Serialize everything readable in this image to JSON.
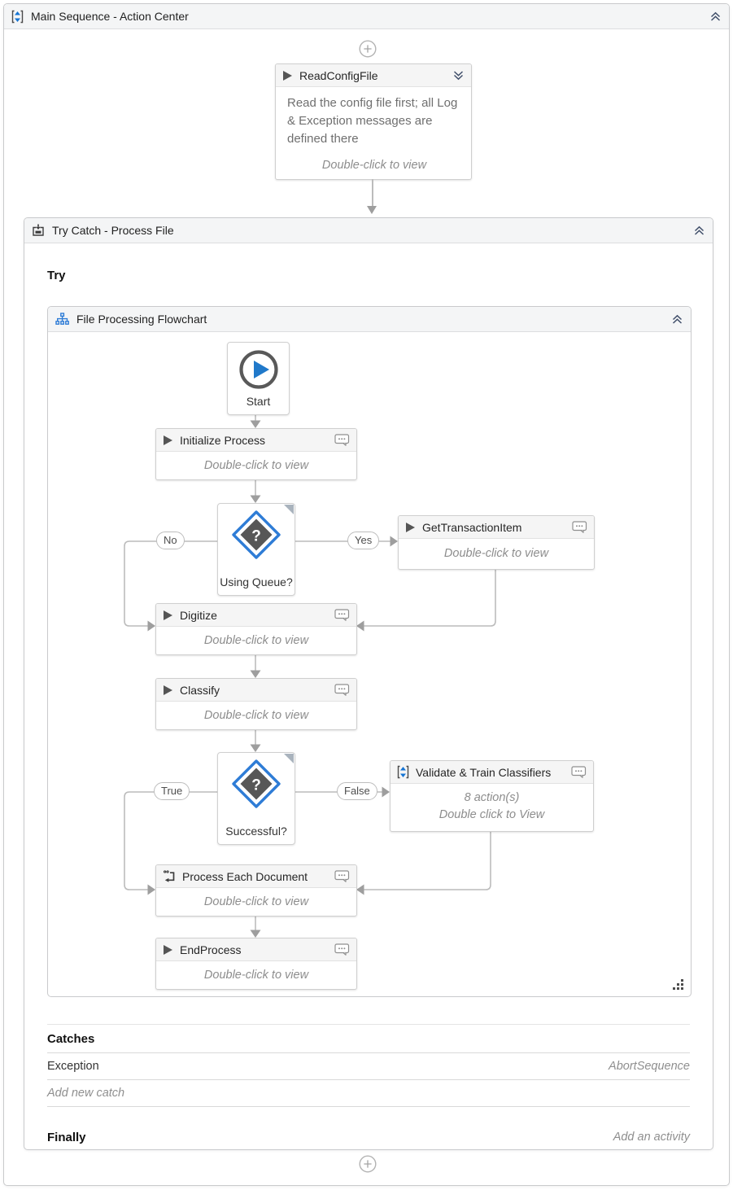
{
  "colors": {
    "accent_blue": "#1574d4",
    "decision_fill": "#575757",
    "header_bg": "#f4f5f6",
    "border": "#c9cacc",
    "connector": "#b8b8b8",
    "hint_text": "#8d8d8d"
  },
  "icons": {
    "sequence-icon": "[↕]",
    "try-catch-icon": "⇩▣",
    "flowchart-icon": "⎇",
    "play-icon": "▶",
    "annotation-icon": "💬",
    "collapse-icon": "⌃⌃",
    "expand-icon": "⌄⌄",
    "add-icon": "＋",
    "start-icon": "▶⃝",
    "decision-icon": "◆?",
    "for-each-icon": "ºº⟲",
    "grip-icon": "⣠"
  },
  "main_sequence": {
    "title": "Main Sequence - Action Center"
  },
  "read_config": {
    "title": "ReadConfigFile",
    "annotation": "Read the config file first; all Log & Exception messages are defined there",
    "hint": "Double-click to view"
  },
  "try_catch": {
    "title": "Try Catch - Process File",
    "try_label": "Try",
    "catches_label": "Catches",
    "catch_row": {
      "type": "Exception",
      "action": "AbortSequence"
    },
    "add_new_catch": "Add new catch",
    "finally_label": "Finally",
    "finally_placeholder": "Add an activity"
  },
  "flowchart": {
    "title": "File Processing Flowchart",
    "branches": {
      "no": "No",
      "yes": "Yes",
      "true": "True",
      "false": "False"
    },
    "nodes": {
      "start": {
        "label": "Start"
      },
      "initialize": {
        "label": "Initialize Process",
        "hint": "Double-click to view"
      },
      "using_queue": {
        "label": "Using Queue?"
      },
      "get_transaction": {
        "label": "GetTransactionItem",
        "hint": "Double-click to view"
      },
      "digitize": {
        "label": "Digitize",
        "hint": "Double-click to view"
      },
      "classify": {
        "label": "Classify",
        "hint": "Double-click to view"
      },
      "successful": {
        "label": "Successful?"
      },
      "validate": {
        "label": "Validate & Train Classifiers",
        "line1": "8 action(s)",
        "line2": "Double click to View"
      },
      "process_each": {
        "label": "Process Each Document",
        "hint": "Double-click to view"
      },
      "end_process": {
        "label": "EndProcess",
        "hint": "Double-click to view"
      }
    }
  }
}
